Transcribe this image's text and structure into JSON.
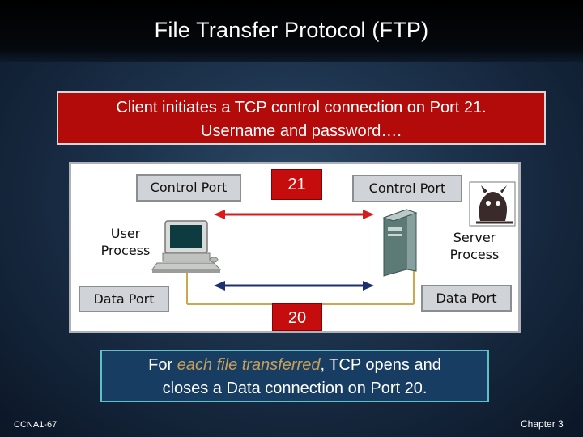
{
  "slide": {
    "title": "File Transfer Protocol (FTP)",
    "red_box": {
      "line1": "Client initiates a TCP control connection on Port 21.",
      "line2": "Username and password…."
    },
    "diagram": {
      "client_control_port": "Control Port",
      "server_control_port": "Control Port",
      "user_process_line1": "User",
      "user_process_line2": "Process",
      "server_process_line1": "Server",
      "server_process_line2": "Process",
      "client_data_port": "Data Port",
      "server_data_port": "Data Port",
      "control_port_number": "21",
      "data_port_number": "20",
      "control_arrow_color": "#d61c1c",
      "data_arrow_color": "#1c2f6e"
    },
    "blue_box": {
      "line1_prefix": "For ",
      "line1_italic": "each file transferred",
      "line1_suffix": ", TCP opens and",
      "line2": "closes a Data connection on Port 20."
    },
    "footer_left": "CCNA1-67",
    "footer_right": "Chapter 3"
  }
}
